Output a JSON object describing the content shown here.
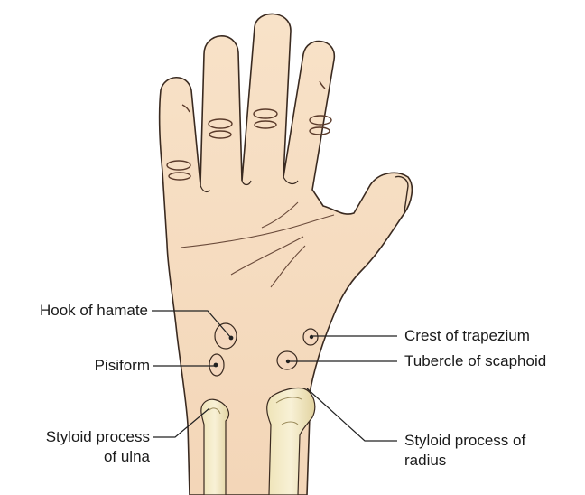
{
  "labels": {
    "hook_of_hamate": "Hook of hamate",
    "pisiform": "Pisiform",
    "styloid_ulna_line1": "Styloid process",
    "styloid_ulna_line2": "of ulna",
    "crest_of_trapezium": "Crest of trapezium",
    "tubercle_of_scaphoid": "Tubercle of scaphoid",
    "styloid_radius_line1": "Styloid process of",
    "styloid_radius_line2": "radius"
  },
  "colors": {
    "skin": "#f6dcc0",
    "skin_outline": "#3a2a20",
    "bone": "#f3ecc8",
    "bone_shade": "#d9c99a",
    "leader": "#222222"
  }
}
